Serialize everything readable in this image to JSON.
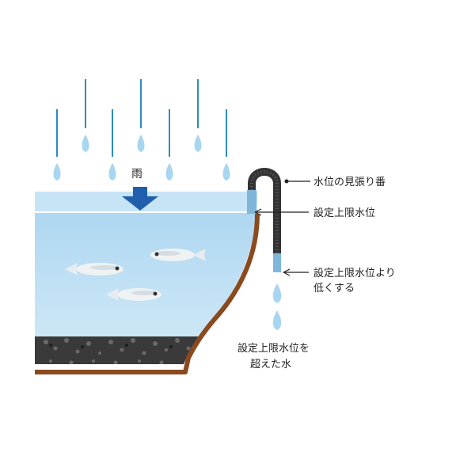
{
  "labels": {
    "rain": "雨",
    "siphon_guard": "水位の見張り番",
    "upper_limit": "設定上限水位",
    "lower_line1": "設定上限水位より",
    "lower_line2": "低くする",
    "overflow_line1": "設定上限水位を",
    "overflow_line2": "超えた水"
  },
  "colors": {
    "rain_streak": "#2a8cc4",
    "drop": "#a8d6f0",
    "water": "#b6dbf2",
    "water_top": "#d8ecf8",
    "arrow": "#1f5fae",
    "bowl_rim": "#8a4a1e",
    "gravel": "#2e2e2e",
    "pipe": "#333333"
  },
  "icons": {
    "rain_icon": "raindrop-icon",
    "fish_icon": "fish-icon"
  }
}
